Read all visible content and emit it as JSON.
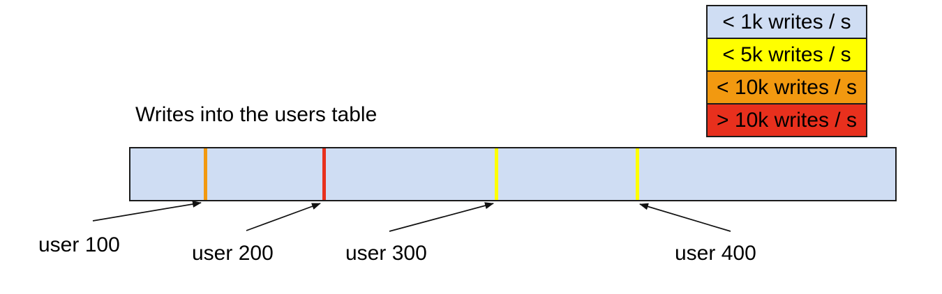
{
  "title": "Writes into the users table",
  "legend": {
    "items": [
      {
        "label": "< 1k writes / s",
        "color": "#cfddf3"
      },
      {
        "label": "< 5k writes / s",
        "color": "#ffff00"
      },
      {
        "label": "< 10k writes / s",
        "color": "#f29910"
      },
      {
        "label": "> 10k writes / s",
        "color": "#e8301d"
      }
    ]
  },
  "bar": {
    "fill_color": "#cfddf3",
    "border_color": "#1b1b1b",
    "markers": [
      {
        "user": "user 100",
        "color": "#f29910",
        "writes_rate": "< 10k writes / s"
      },
      {
        "user": "user 200",
        "color": "#e8301d",
        "writes_rate": "> 10k writes / s"
      },
      {
        "user": "user 300",
        "color": "#ffff00",
        "writes_rate": "< 5k writes / s"
      },
      {
        "user": "user 400",
        "color": "#ffff00",
        "writes_rate": "< 5k writes / s"
      }
    ]
  }
}
